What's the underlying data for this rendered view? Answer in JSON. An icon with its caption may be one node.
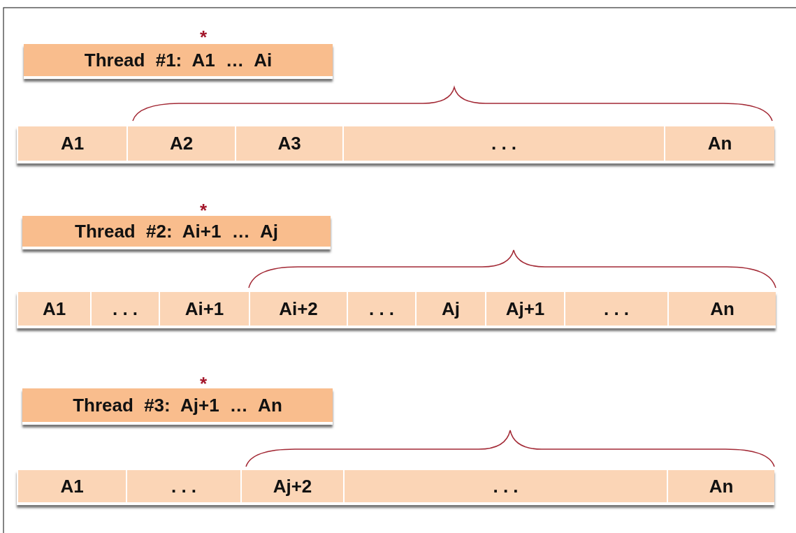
{
  "diagram": {
    "nodes": [
      {
        "text": [
          "Thread #1: A1 … Ai"
        ]
      },
      {
        "text": [
          "A1"
        ]
      },
      {
        "text": [
          "A2"
        ]
      },
      {
        "text": [
          "A3"
        ]
      },
      {
        "text": [
          ". . ."
        ]
      },
      {
        "text": [
          "An"
        ]
      },
      {
        "text": [
          "Thread #2: Ai+1 … Aj"
        ]
      },
      {
        "text": [
          "A1"
        ]
      },
      {
        "text": [
          ". . ."
        ]
      },
      {
        "text": [
          "Ai+1"
        ]
      },
      {
        "text": [
          "Ai+2"
        ]
      },
      {
        "text": [
          ". . ."
        ]
      },
      {
        "text": [
          "Aj"
        ]
      },
      {
        "text": [
          "Aj+1"
        ]
      },
      {
        "text": [
          ". . ."
        ]
      },
      {
        "text": [
          "An"
        ]
      },
      {
        "text": [
          "Thread #3: Aj+1 … An"
        ]
      },
      {
        "text": [
          "A1"
        ]
      },
      {
        "text": [
          ". . ."
        ]
      },
      {
        "text": [
          "Aj+2"
        ]
      },
      {
        "text": [
          ". . ."
        ]
      },
      {
        "text": [
          "An"
        ]
      }
    ],
    "labels": [
      "*",
      "*",
      "*"
    ]
  }
}
